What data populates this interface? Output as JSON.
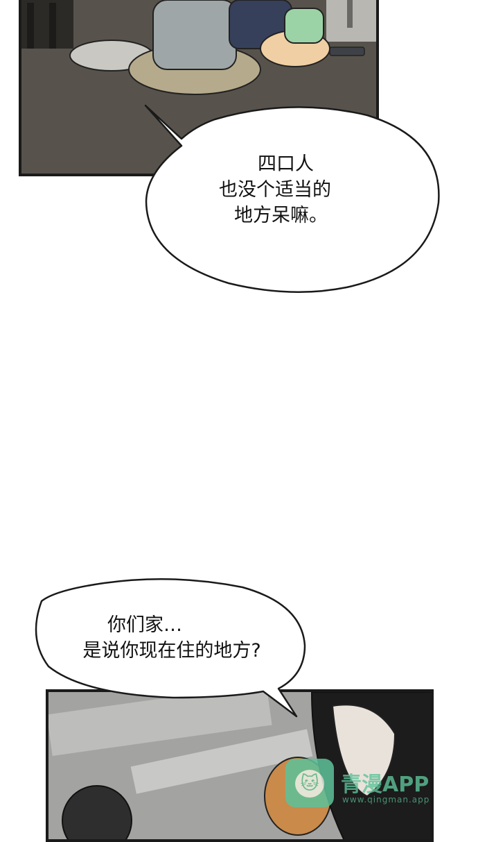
{
  "speech_bubble_1": {
    "line1": "四口人",
    "line2": "也没个适当的",
    "line3": "地方呆嘛。"
  },
  "speech_bubble_2": {
    "line1": "你们家…",
    "line2": "是说你现在住的地方?"
  },
  "watermark": {
    "brand": "青漫APP",
    "url": "www.qingman.app"
  },
  "colors": {
    "panel_border": "#1a1a1a",
    "floor": "#5a564f",
    "watermark_green": "#5ec29a"
  }
}
